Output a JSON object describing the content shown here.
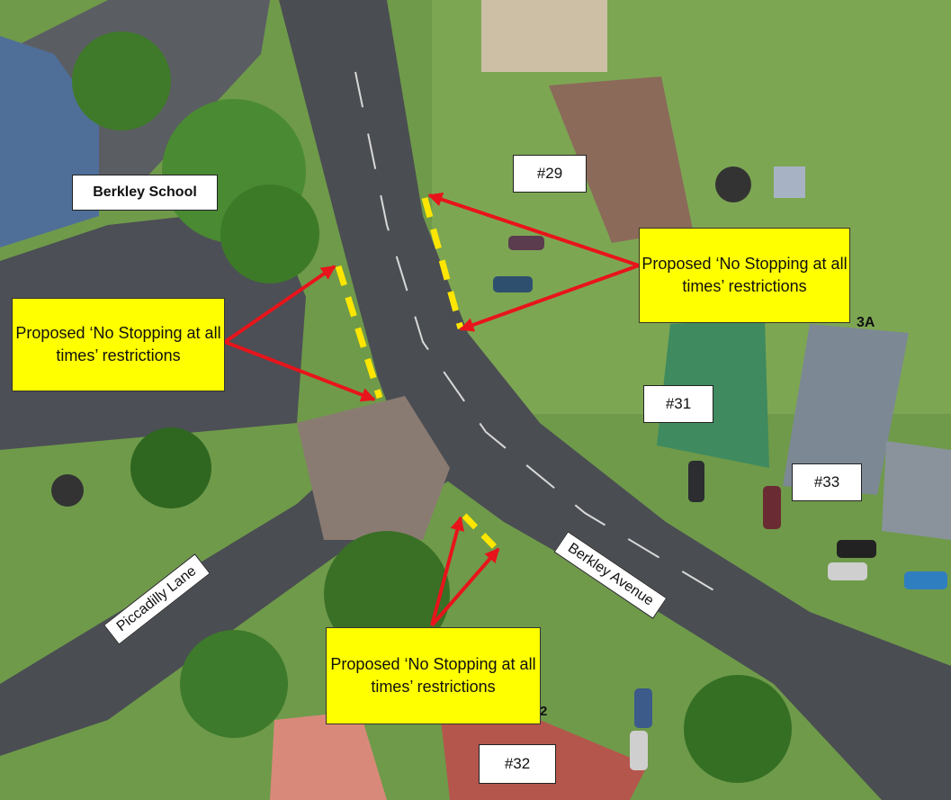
{
  "school_label": "Berkley School",
  "houses": {
    "h29": "#29",
    "h31": "#31",
    "h33": "#33",
    "h32": "#32",
    "h3a": "3A",
    "h2": "2"
  },
  "roads": {
    "avenue": "Berkley Avenue",
    "lane": "Piccadilly Lane"
  },
  "callouts": {
    "left": "Proposed ‘No Stopping at all times’ restrictions",
    "right": "Proposed ‘No Stopping at all times’ restrictions",
    "bottom": "Proposed ‘No Stopping at all times’ restrictions"
  },
  "colors": {
    "callout_fill": "#ffff00",
    "arrow": "#e8141b",
    "restriction_line": "#ffe600",
    "road": "#4a4d52",
    "grass": "#6f9a4a"
  }
}
